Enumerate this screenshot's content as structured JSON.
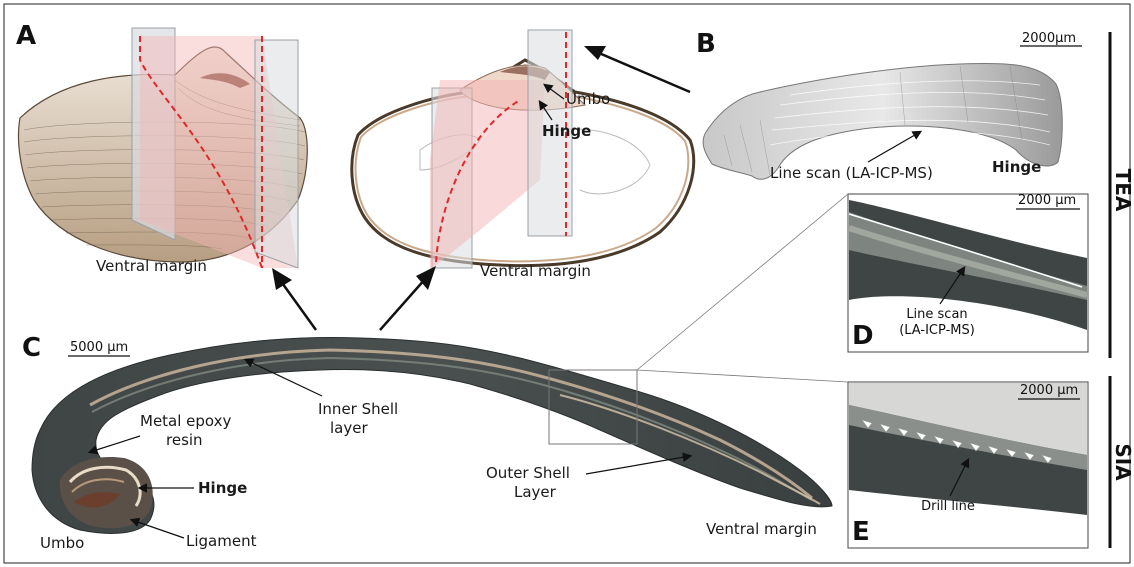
{
  "panels": {
    "a": "A",
    "b": "B",
    "c": "C",
    "d": "D",
    "e": "E"
  },
  "side_labels": {
    "tea": "TEA",
    "sia": "SIA"
  },
  "panel_a": {
    "ventral_margin_left": "Ventral margin",
    "ventral_margin_right": "Ventral margin",
    "umbo": "Umbo",
    "hinge": "Hinge"
  },
  "panel_b": {
    "scale": "2000µm",
    "line_scan": "Line scan (LA-ICP-MS)",
    "hinge": "Hinge"
  },
  "panel_c": {
    "scale": "5000 µm",
    "inner_shell": [
      "Inner Shell",
      "layer"
    ],
    "metal_epoxy": [
      "Metal epoxy",
      "resin"
    ],
    "hinge": "Hinge",
    "ligament": "Ligament",
    "umbo": "Umbo",
    "outer_shell": [
      "Outer Shell",
      "Layer"
    ],
    "ventral_margin": "Ventral margin"
  },
  "panel_d": {
    "scale": "2000 µm",
    "line_scan": [
      "Line scan",
      "(LA-ICP-MS)"
    ]
  },
  "panel_e": {
    "scale": "2000 µm",
    "drill_line": "Drill line"
  },
  "colors": {
    "shell_tan": "#c9b49a",
    "shell_dark": "#3c4040",
    "plane_red": "#f4b4b4",
    "plane_grey": "#d8dadc",
    "dash_red": "#e0282a"
  }
}
